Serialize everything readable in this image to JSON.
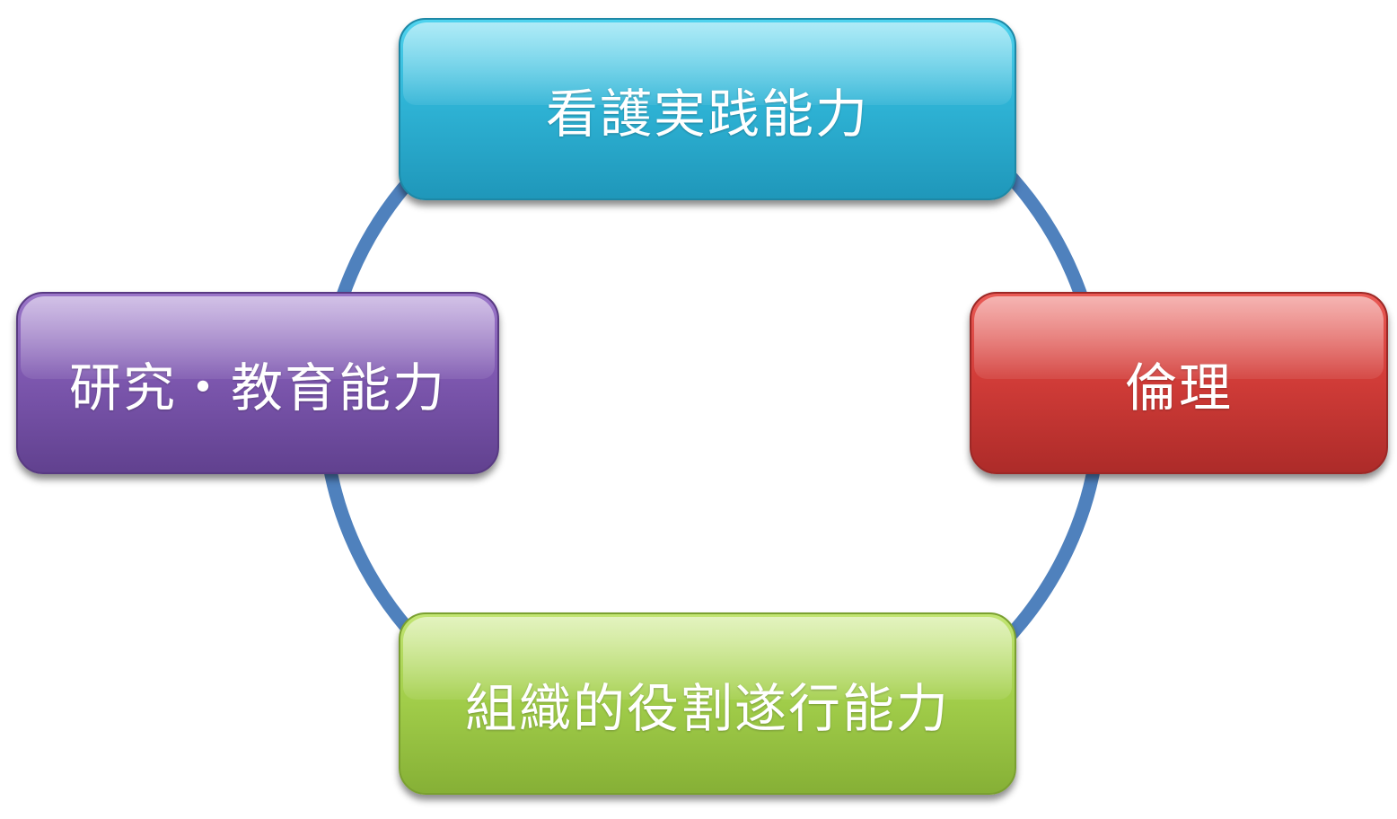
{
  "diagram": {
    "type": "cycle",
    "connector_color": "#4f81bd",
    "nodes": [
      {
        "id": "top",
        "label": "看護実践能力",
        "color": "#2fb4d6"
      },
      {
        "id": "right",
        "label": "倫理",
        "color": "#d33d39"
      },
      {
        "id": "bottom",
        "label": "組織的役割遂行能力",
        "color": "#a3cf4b"
      },
      {
        "id": "left",
        "label": "研究・教育能力",
        "color": "#7e58b0"
      }
    ]
  }
}
